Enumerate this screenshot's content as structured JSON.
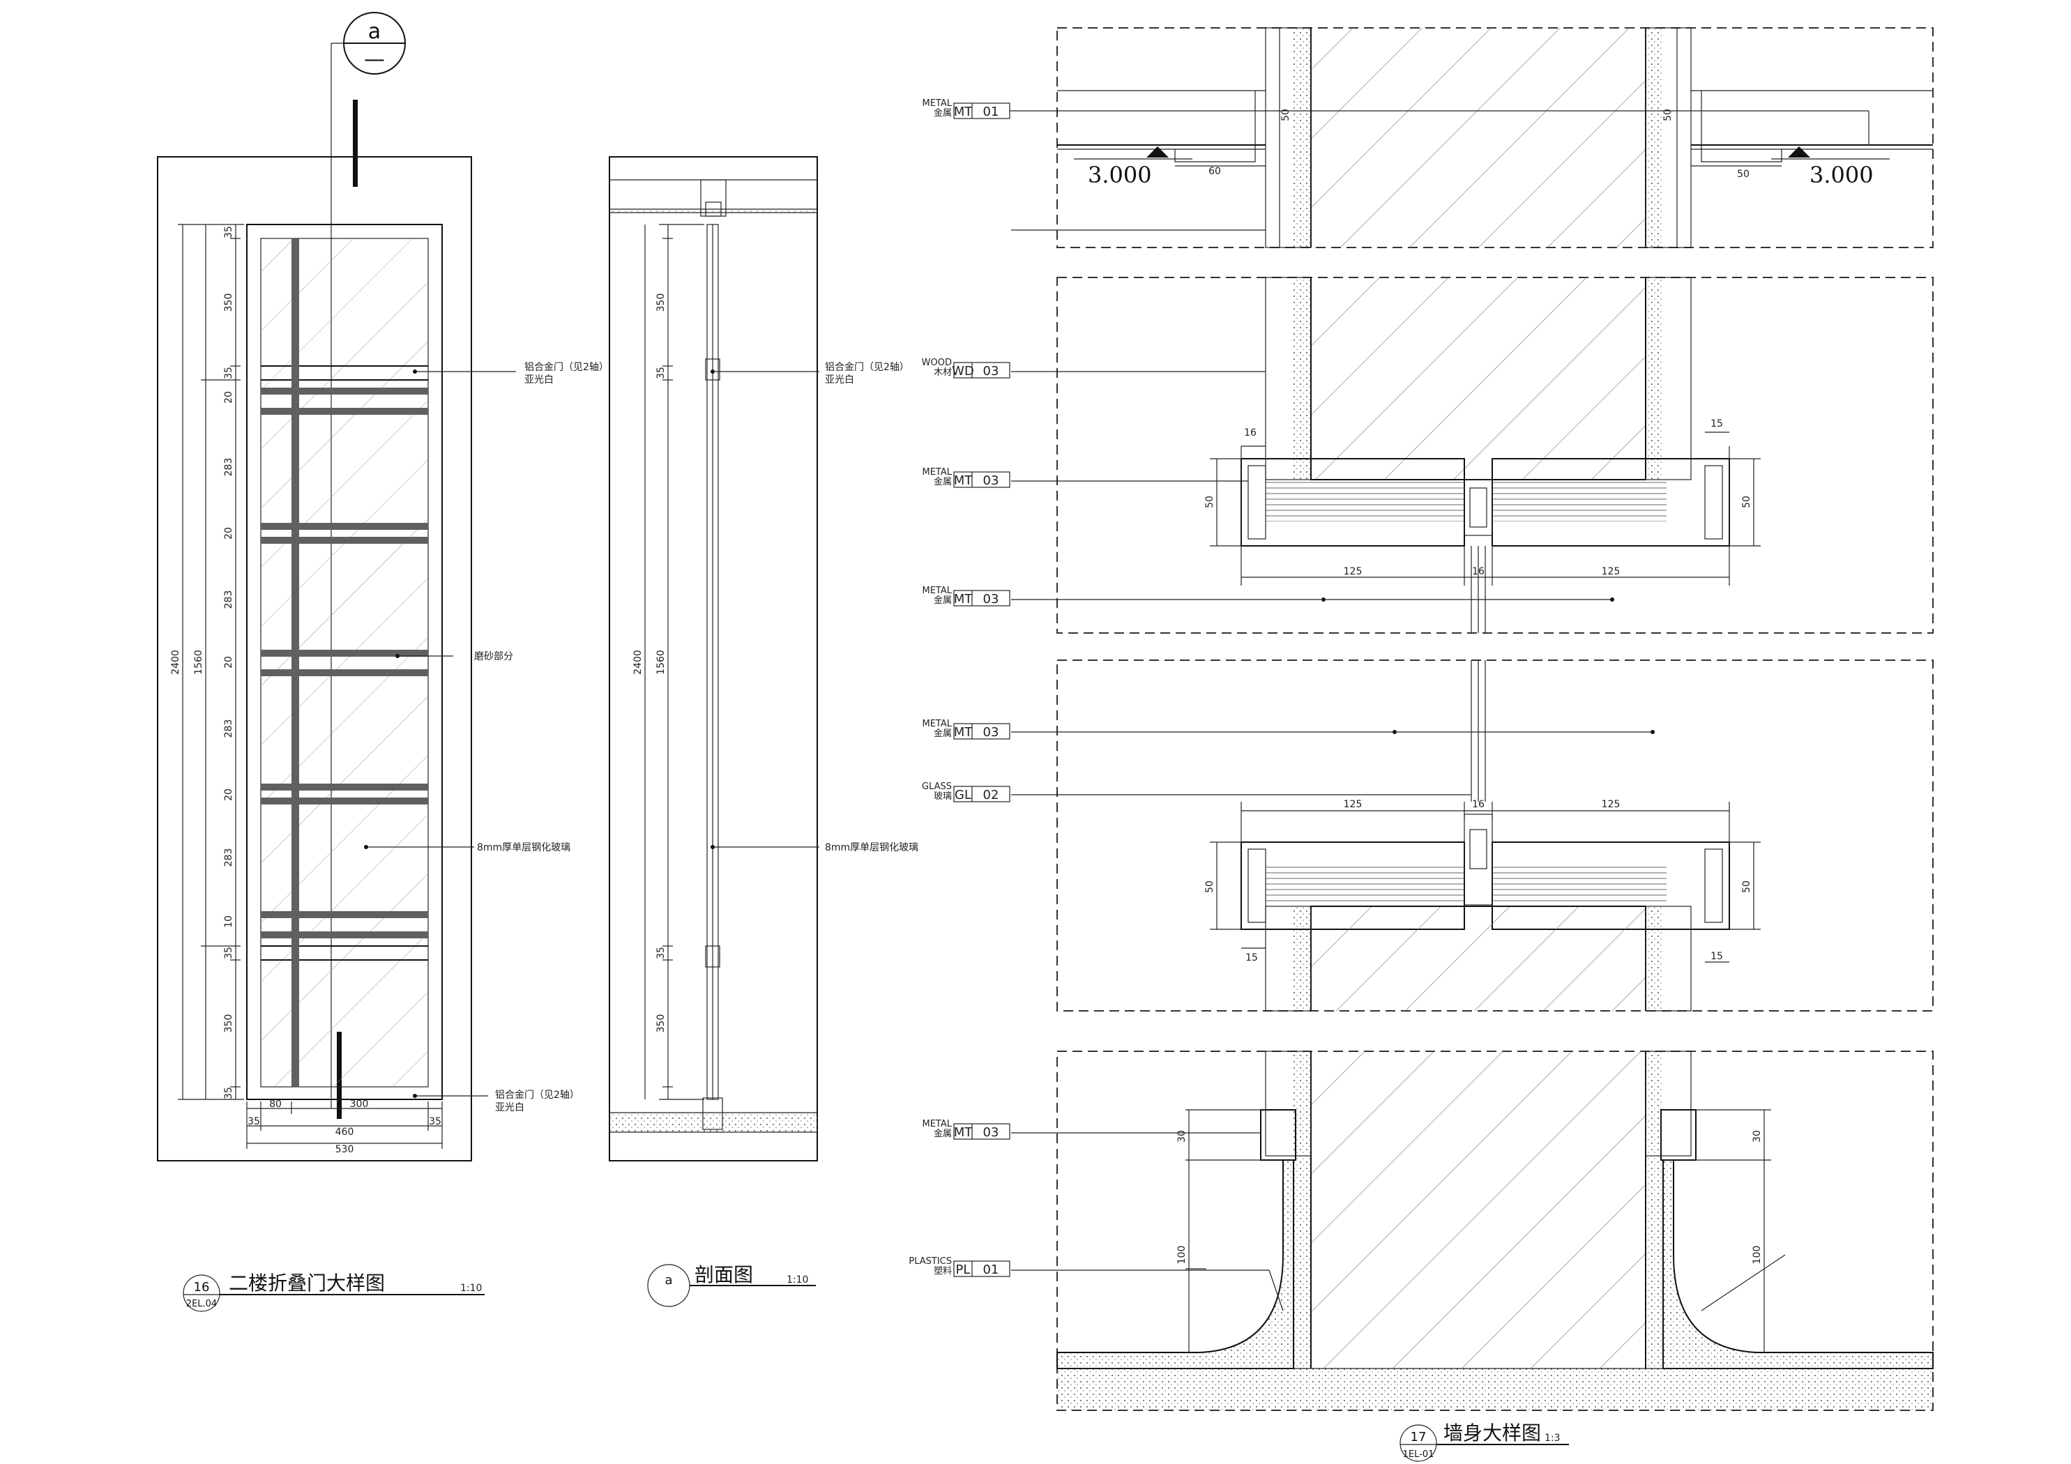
{
  "section_marker": {
    "letter": "a",
    "sub": "—"
  },
  "door_detail": {
    "title": "二楼折叠门大样图",
    "scale": "1:10",
    "number": "16",
    "sheet": "2EL.04",
    "callouts": {
      "top_frame": [
        "铝合金门（见2轴）",
        "亚光白"
      ],
      "frosted": "磨砂部分",
      "glass": "8mm厚单层钢化玻璃",
      "bottom_frame": [
        "铝合金门（见2轴）",
        "亚光白"
      ]
    },
    "dims": {
      "total_height": "2400",
      "inner_height": "1560",
      "top_panel": "350",
      "top_rail": "35",
      "bottom_panel": "350",
      "bottom_rail": "35",
      "band_gap": "283",
      "band_stripe": "20",
      "band_stripe_b": "10",
      "left_edge": "80",
      "mid_width": "300",
      "width_small_a": "35",
      "width_small_b": "35",
      "width_inner": "460",
      "width_total": "530"
    }
  },
  "section_detail": {
    "title": "剖面图",
    "scale": "1:10",
    "letter": "a",
    "callouts": {
      "top_frame": [
        "铝合金门（见2轴）",
        "亚光白"
      ],
      "glass": "8mm厚单层钢化玻璃"
    },
    "dims": {
      "top": "350",
      "top_rail": "35",
      "total": "2400",
      "inner": "1560",
      "bottom": "350",
      "bottom_rail": "35"
    }
  },
  "wall_detail": {
    "title": "墙身大样图",
    "scale": "1:3",
    "number": "17",
    "sheet": "1EL-01",
    "elevation_left": "3.000",
    "elevation_right": "3.000",
    "materials": [
      {
        "en": "METAL",
        "cn": "金属",
        "code": "MT",
        "num": "01"
      },
      {
        "en": "WOOD",
        "cn": "木材",
        "code": "WD",
        "num": "03"
      },
      {
        "en": "METAL",
        "cn": "金属",
        "code": "MT",
        "num": "03"
      },
      {
        "en": "METAL",
        "cn": "金属",
        "code": "MT",
        "num": "03"
      },
      {
        "en": "METAL",
        "cn": "金属",
        "code": "MT",
        "num": "03"
      },
      {
        "en": "GLASS",
        "cn": "玻璃",
        "code": "GL",
        "num": "02"
      },
      {
        "en": "METAL",
        "cn": "金属",
        "code": "MT",
        "num": "03"
      },
      {
        "en": "PLASTICS",
        "cn": "塑料",
        "code": "PL",
        "num": "01"
      }
    ],
    "dims": {
      "p1_left": "60",
      "p1_right": "50",
      "p1_vert_left": "50",
      "p1_vert_right": "50",
      "p2_top_left": "16",
      "p2_top_right": "15",
      "p2_h_left": "50",
      "p2_h_right": "50",
      "p2_w_left": "125",
      "p2_w_right": "125",
      "p2_mid": "16",
      "p3_w_left": "125",
      "p3_w_right": "125",
      "p3_mid": "16",
      "p3_h_left": "50",
      "p3_h_right": "50",
      "p3_bot_left": "15",
      "p3_bot_right": "15",
      "p4_h1": "30",
      "p4_h2": "100",
      "p4_h1r": "30",
      "p4_h2r": "100"
    }
  }
}
